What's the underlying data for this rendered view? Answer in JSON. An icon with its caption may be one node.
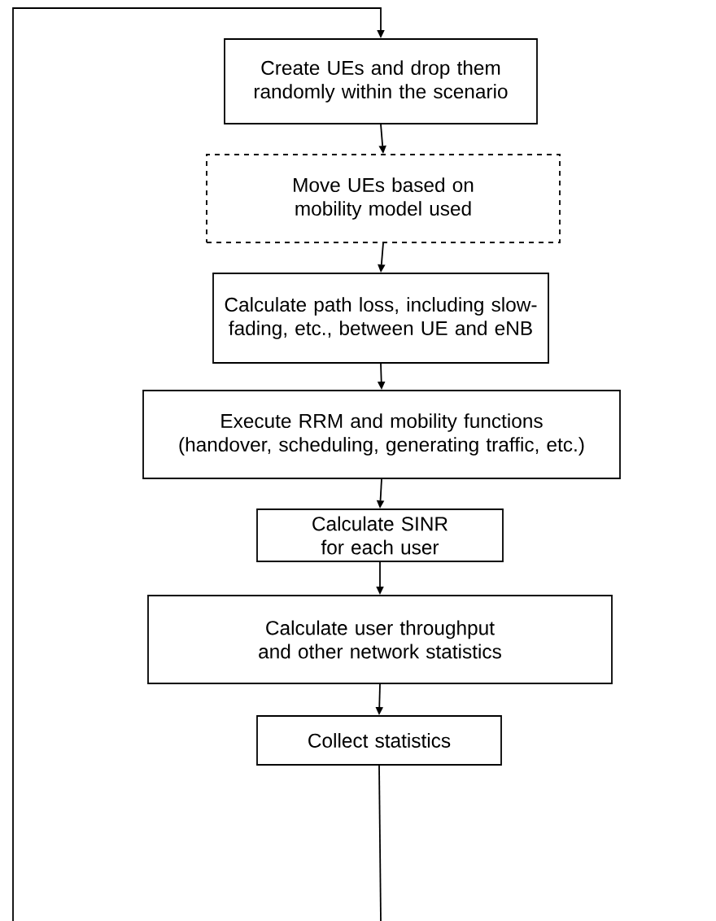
{
  "diagram": {
    "nodes": [
      {
        "text": [
          "Create UEs and drop them randomly within the scenario"
        ]
      },
      {
        "text": [
          "Move UEs based on mobility model used"
        ]
      },
      {
        "text": [
          "Calculate path loss, including slow-fading, etc., between UE and eNB"
        ]
      },
      {
        "text": [
          "Execute RRM and mobility functions (handover, scheduling, generating traffic, etc.)"
        ]
      },
      {
        "text": [
          "Calculate SINR for each user"
        ]
      },
      {
        "text": [
          "Calculate user throughput and other network statistics"
        ]
      },
      {
        "text": [
          "Collect statistics"
        ]
      }
    ],
    "edges": [
      {
        "from": null,
        "to": 0,
        "arrow": "to"
      },
      {
        "from": 0,
        "to": 1,
        "arrow": "to"
      },
      {
        "from": 1,
        "to": 2,
        "arrow": "to"
      },
      {
        "from": 2,
        "to": 3,
        "arrow": "to"
      },
      {
        "from": 3,
        "to": 4,
        "arrow": "to"
      },
      {
        "from": 4,
        "to": 5,
        "arrow": "to"
      },
      {
        "from": 5,
        "to": 6,
        "arrow": "to"
      },
      {
        "from": 6,
        "to": null,
        "arrow": "none"
      }
    ]
  }
}
